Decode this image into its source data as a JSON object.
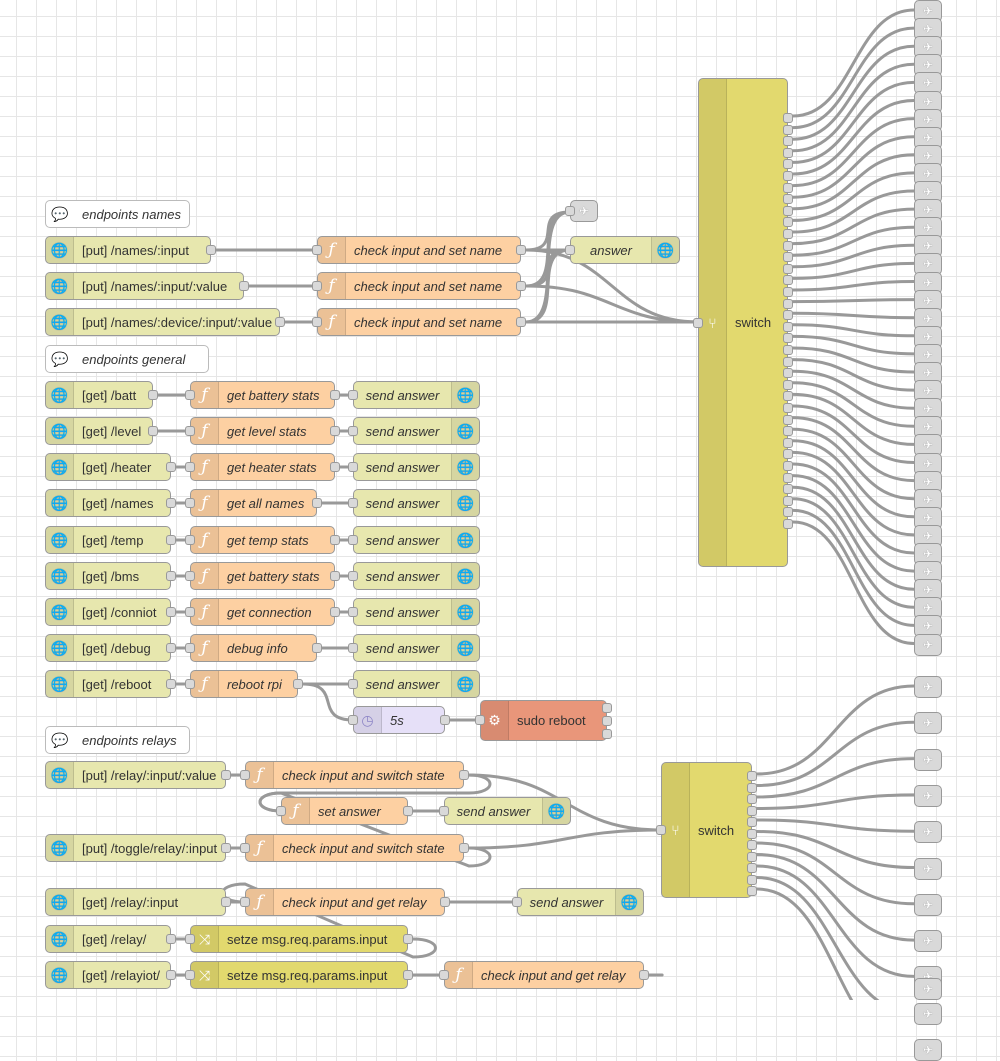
{
  "comments": {
    "names": "endpoints names",
    "general": "endpoints general",
    "relays": "endpoints relays"
  },
  "names_section": {
    "inputs": [
      "[put] /names/:input",
      "[put] /names/:input/:value",
      "[put] /names/:device/:input/:value"
    ],
    "function": "check input and set name",
    "answer": "answer"
  },
  "general_section": {
    "inputs": [
      "[get] /batt",
      "[get] /level",
      "[get] /heater",
      "[get] /names",
      "[get] /temp",
      "[get] /bms",
      "[get] /conniot",
      "[get] /debug",
      "[get] /reboot"
    ],
    "functions": [
      "get battery stats",
      "get level stats",
      "get heater stats",
      "get all names",
      "get temp stats",
      "get battery stats",
      "get connection",
      "debug info",
      "reboot rpi"
    ],
    "response": "send answer",
    "delay": "5s",
    "exec": "sudo reboot"
  },
  "relays_section": {
    "put_value": "[put] /relay/:input/:value",
    "check_switch": "check input and switch state",
    "set_answer": "set answer",
    "send_answer": "send answer",
    "put_toggle": "[put] /toggle/relay/:input",
    "get_input": "[get] /relay/:input",
    "check_get": "check input and get relay",
    "get_relay": "[get] /relay/",
    "setze": "setze msg.req.params.input",
    "get_relayiot": "[get] /relayiot/"
  },
  "switch_label": "switch",
  "icons": {
    "http": "globe-icon",
    "function": "function-icon",
    "change": "shuffle-icon",
    "delay": "timer-icon",
    "exec": "gear-icon",
    "switch": "branch-icon",
    "comment": "speech-bubble-icon",
    "output": "paper-plane-icon"
  },
  "colors": {
    "http": "#e7e7ae",
    "function": "#fdd0a2",
    "change": "#e2d96e",
    "delay": "#e6e0f8",
    "exec": "#e9967a",
    "switch": "#e2d96e",
    "wire": "#999999",
    "output": "#d9d9d9"
  }
}
